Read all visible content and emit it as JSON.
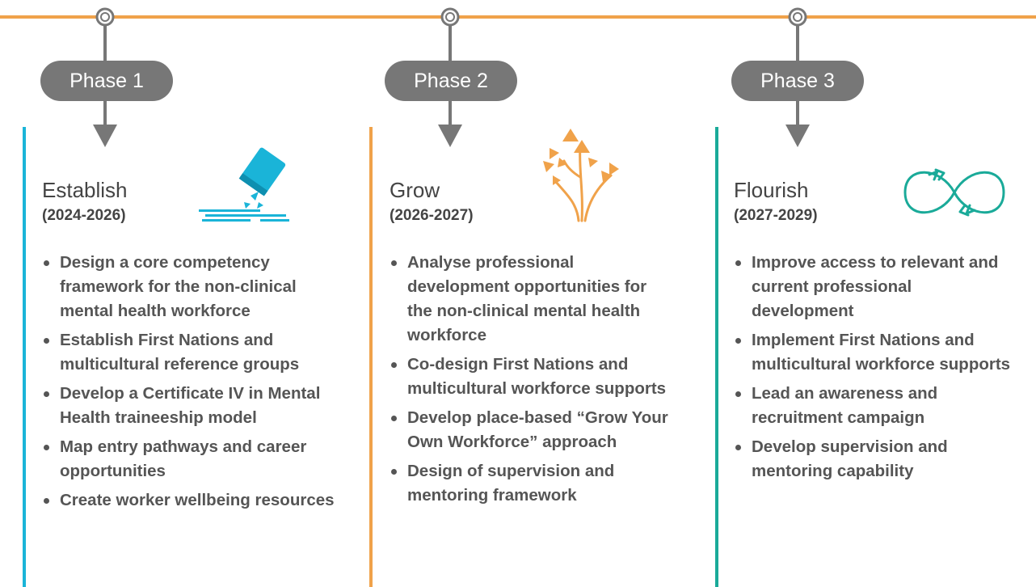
{
  "colors": {
    "timeline": "#f0a24a",
    "node": "#777777",
    "phase1": "#1ab4d8",
    "phase2": "#f0a24a",
    "phase3": "#1aaa99"
  },
  "phases": [
    {
      "pill": "Phase 1",
      "name": "Establish",
      "years": "(2024-2026)",
      "icon": "paint-bucket-icon",
      "items": [
        "Design a core competency framework for the non-clinical mental health workforce",
        "Establish First Nations and multicultural reference groups",
        "Develop a Certificate IV in Mental Health traineeship model",
        "Map entry pathways and career opportunities",
        "Create worker wellbeing resources"
      ]
    },
    {
      "pill": "Phase 2",
      "name": "Grow",
      "years": "(2026-2027)",
      "icon": "growing-plant-icon",
      "items": [
        "Analyse professional development opportunities for the non-clinical mental health workforce",
        "Co-design First Nations and multicultural workforce supports",
        "Develop place-based “Grow Your Own Workforce” approach",
        "Design of supervision and mentoring framework"
      ]
    },
    {
      "pill": "Phase 3",
      "name": "Flourish",
      "years": "(2027-2029)",
      "icon": "infinity-cycle-icon",
      "items": [
        "Improve access to relevant and current professional development",
        "Implement First Nations and multicultural workforce supports",
        "Lead an awareness and recruitment campaign",
        "Develop supervision and mentoring capability"
      ]
    }
  ]
}
